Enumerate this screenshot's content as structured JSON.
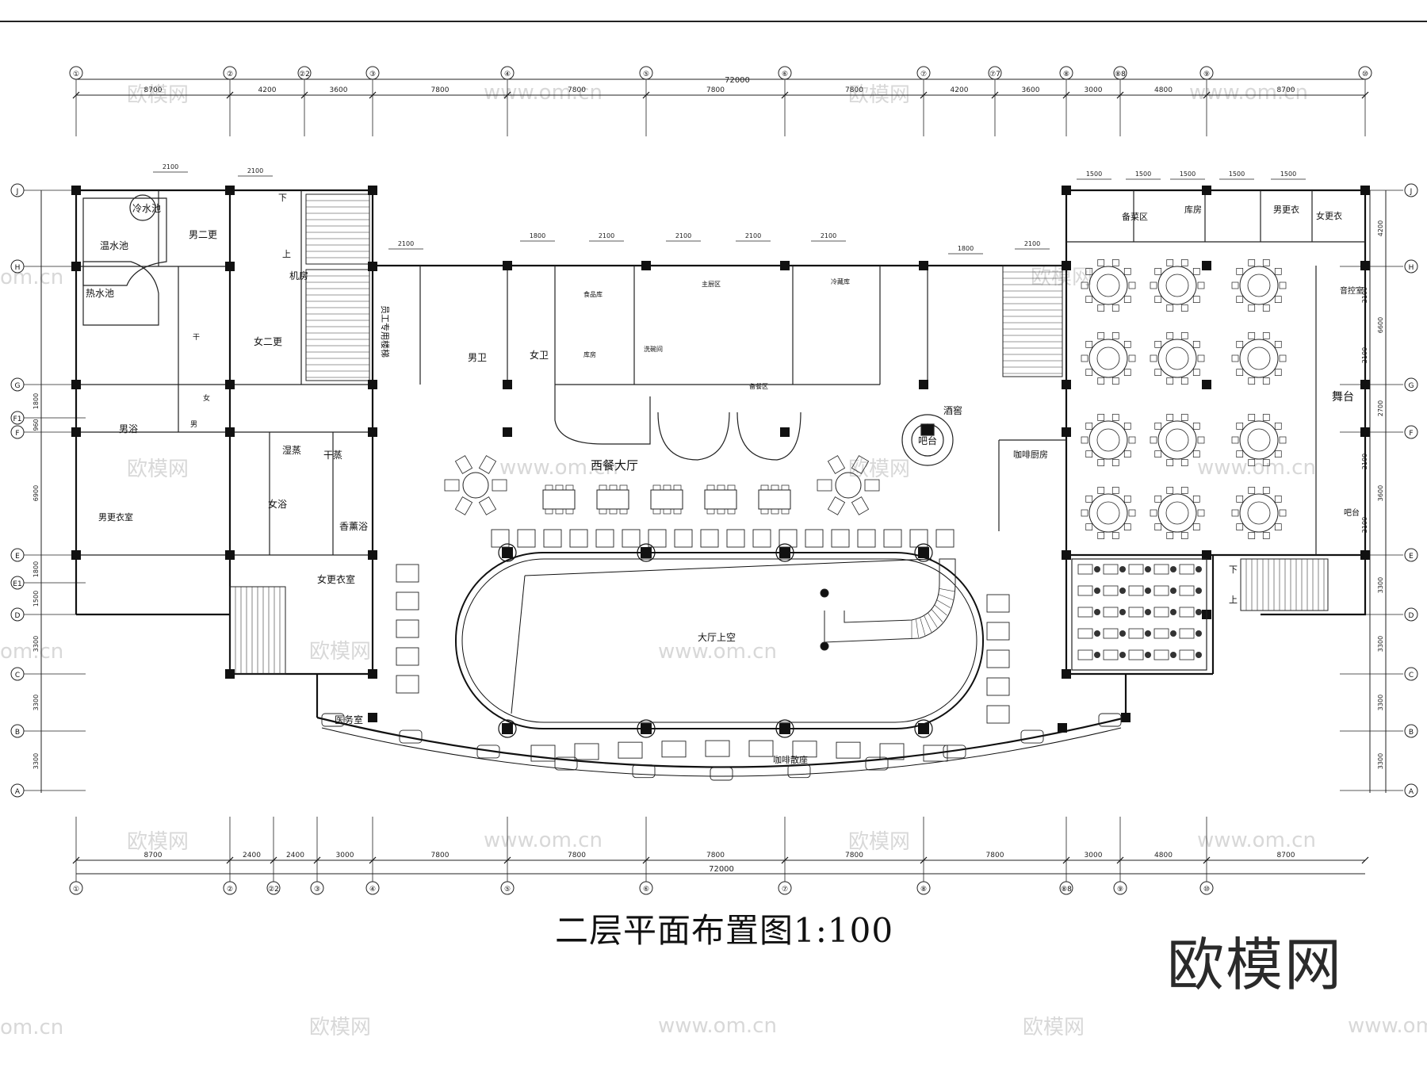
{
  "title": "二层平面布置图1:100",
  "brand": "欧模网",
  "watermark": {
    "cn": "欧模网",
    "url": "www.om.cn",
    "short": "om.cn"
  },
  "top_axes": [
    "①",
    "②",
    "②/2",
    "③",
    "④",
    "⑤",
    "⑥",
    "⑦",
    "⑦/7",
    "⑧",
    "⑧/8",
    "⑨",
    "⑩"
  ],
  "bottom_axes": [
    "①",
    "②",
    "②/2",
    "③",
    "④",
    "⑤",
    "⑥",
    "⑦",
    "⑧",
    "⑧/8",
    "⑨",
    "⑩"
  ],
  "top_total": "72000",
  "top_dims": [
    "8700",
    "4200",
    "3600",
    "7800",
    "7800",
    "7800",
    "7800",
    "4200",
    "3600",
    "3000",
    "4800",
    "8700"
  ],
  "bottom_total": "72000",
  "bottom_dims": [
    "8700",
    "2400",
    "2400",
    "3000",
    "7800",
    "7800",
    "7800",
    "7800",
    "7800",
    "3000",
    "4800",
    "8700"
  ],
  "rows_left": [
    "J",
    "H",
    "G",
    "F/1",
    "F",
    "E",
    "E/1",
    "D",
    "C",
    "B",
    "A"
  ],
  "rows_right": [
    "J",
    "H",
    "G",
    "F",
    "E",
    "D",
    "C",
    "B",
    "A"
  ],
  "left_dims": [
    "1800",
    "960",
    "6900",
    "1800",
    "1500",
    "3300",
    "3300",
    "3300"
  ],
  "right_dims": [
    "4200",
    "2100",
    "6600",
    "2100",
    "2700",
    "2100",
    "3600",
    "2100",
    "3300",
    "3300",
    "3300",
    "3300"
  ],
  "opening_dims": [
    "2100",
    "2100",
    "2100",
    "1800",
    "2100",
    "2100",
    "2100",
    "2100",
    "1800",
    "2100",
    "1500",
    "1500",
    "1500",
    "1500",
    "1500"
  ],
  "rooms": {
    "cold_pool": "冷水池",
    "warm_pool": "温水池",
    "hot_pool": "热水池",
    "men_change2": "男二更",
    "women_change2": "女二更",
    "machine_room": "机房",
    "staff_stair": "员工专用楼梯",
    "men_wc": "男卫",
    "women_wc": "女卫",
    "men_bath": "男浴",
    "women_bath": "女浴",
    "men_locker": "男更衣室",
    "women_locker": "女更衣室",
    "steam": "湿蒸",
    "dry_steam": "干蒸",
    "aroma_bath": "香薰浴",
    "medical": "医务室",
    "western_hall": "西餐大厅",
    "atrium": "大厅上空",
    "bar": "吧台",
    "wine_cellar": "酒窖",
    "coffee_kitchen": "咖啡厨房",
    "coffee_seats": "咖啡散座",
    "store_prep": "备菜区",
    "warehouse": "库房",
    "men_dress": "男更衣",
    "women_dress": "女更衣",
    "av_room": "音控室",
    "stage": "舞台",
    "bar2": "吧台",
    "main_cook": "主厨区",
    "wash": "洗碗间",
    "stock": "库房",
    "food": "食品库",
    "cold": "冷藏库",
    "prep": "备餐区",
    "dry": "干",
    "up": "上",
    "down": "下",
    "m": "男",
    "w": "女"
  }
}
